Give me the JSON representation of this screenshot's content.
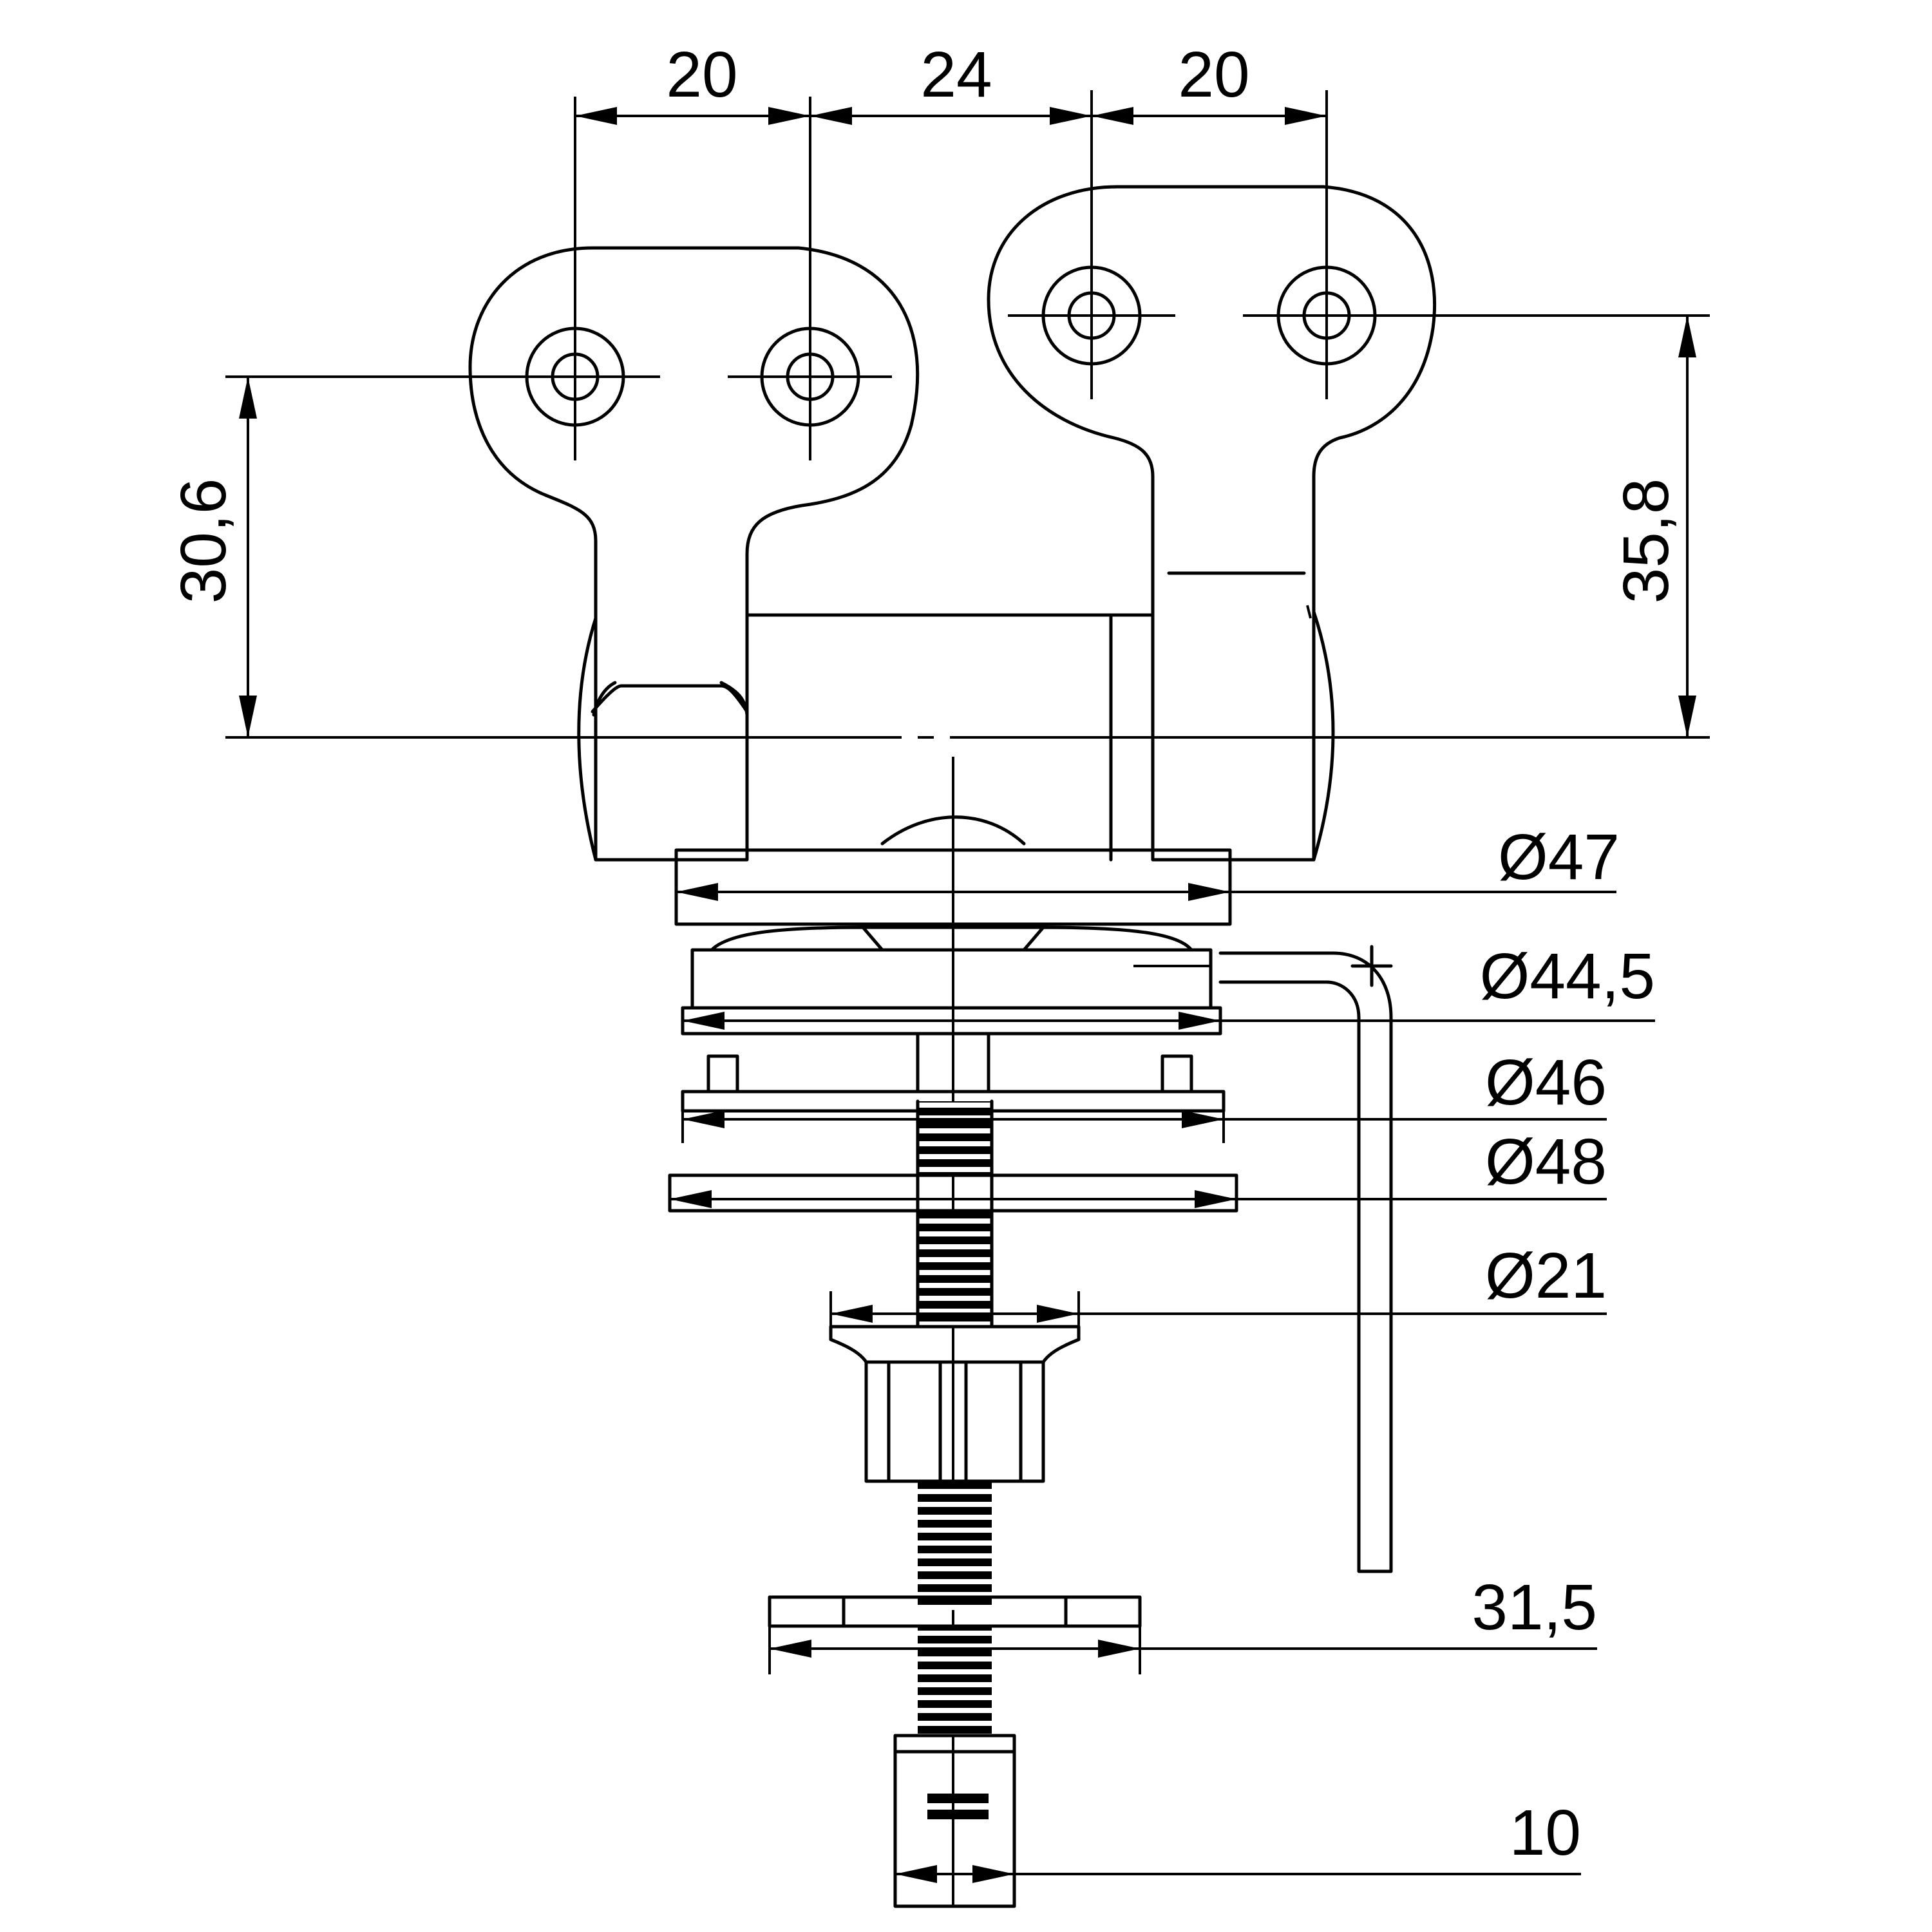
{
  "drawing": {
    "dimensions": {
      "hole_spacing_left": "20",
      "bracket_gap": "24",
      "hole_spacing_right": "20",
      "height_left": "30,6",
      "height_right": "35,8",
      "dia_top_plate": "Ø47",
      "dia_cap": "Ø44,5",
      "dia_washer": "Ø46",
      "dia_large_washer": "Ø48",
      "dia_nut_flange": "Ø21",
      "plate_width": "31,5",
      "end_nut_width": "10"
    },
    "colors": {
      "line": "#000000",
      "background": "#ffffff"
    }
  }
}
